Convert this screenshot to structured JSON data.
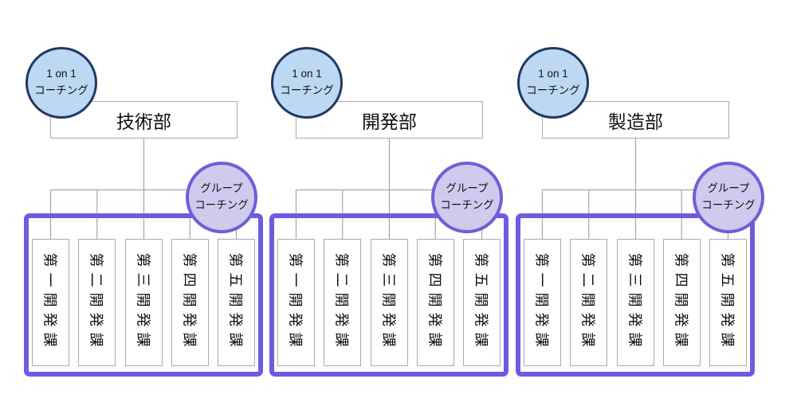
{
  "diagram": {
    "type": "org-chart",
    "colors": {
      "one_on_one_fill": "#bdd8f2",
      "one_on_one_border": "#1f3864",
      "group_coaching_fill": "#cecbee",
      "group_coaching_border": "#6e5fd9",
      "container_border": "#6b5ce2",
      "connector_line": "#a6a6a6",
      "box_border": "#ababab",
      "text": "#111111"
    }
  },
  "groups": [
    {
      "department": "技術部",
      "one_on_one_badge": {
        "line1": "1 on 1",
        "line2": "コーチング"
      },
      "group_badge": {
        "line1": "グループ",
        "line2": "コーチング"
      },
      "divisions": [
        "第一開発課",
        "第二開発課",
        "第三開発課",
        "第四開発課",
        "第五開発課"
      ]
    },
    {
      "department": "開発部",
      "one_on_one_badge": {
        "line1": "1 on 1",
        "line2": "コーチング"
      },
      "group_badge": {
        "line1": "グループ",
        "line2": "コーチング"
      },
      "divisions": [
        "第一開発課",
        "第二開発課",
        "第三開発課",
        "第四開発課",
        "第五開発課"
      ]
    },
    {
      "department": "製造部",
      "one_on_one_badge": {
        "line1": "1 on 1",
        "line2": "コーチング"
      },
      "group_badge": {
        "line1": "グループ",
        "line2": "コーチング"
      },
      "divisions": [
        "第一開発課",
        "第二開発課",
        "第三開発課",
        "第四開発課",
        "第五開発課"
      ]
    }
  ]
}
